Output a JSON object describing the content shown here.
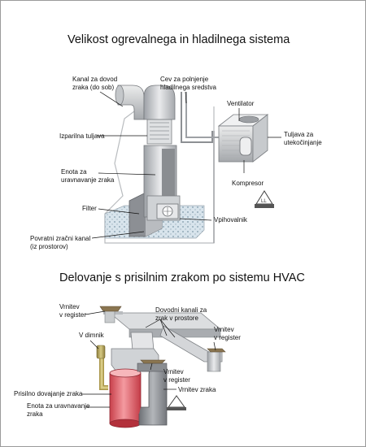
{
  "diagram1": {
    "title": "Velikost ogrevalnega in hladilnega sistema",
    "labels": {
      "supply_duct": "Kanal za dovod\nzraka (do sob)",
      "refrigerant_pipe": "Cev za polnjenje\nhladilnega sredstva",
      "fan": "Ventilator",
      "evaporator_coil": "Izparilna tuljava",
      "condenser_coil": "Tuljava za\nutekočinjanje",
      "air_handler": "Enota za\nuravnavanje zraka",
      "compressor": "Kompresor",
      "filter": "Filter",
      "blower": "Vpihovalnik",
      "return_duct": "Povratni zračni kanal\n(iz prostorov)"
    }
  },
  "diagram2": {
    "title": "Delovanje s prisilnim zrakom po sistemu HVAC",
    "labels": {
      "return_register_left": "Vrnitev\nv register",
      "supply_ducts": "Dovodni kanali za\nzrak v prostore",
      "return_register_right": "Vrnitev\nv register",
      "chimney": "V dimnik",
      "return_register_center": "Vrnitev\nv register",
      "forced_air_supply": "Prisilno dovajanje zraka",
      "return_air": "Vrnitev zraka",
      "air_handler": "Enota za uravnavanje\nzraka"
    }
  },
  "colors": {
    "duct": "#c8cbcf",
    "furnace": "#e8656e",
    "chimney": "#b7a45a",
    "return_duct": "#8f9297",
    "register": "#8a7550"
  }
}
